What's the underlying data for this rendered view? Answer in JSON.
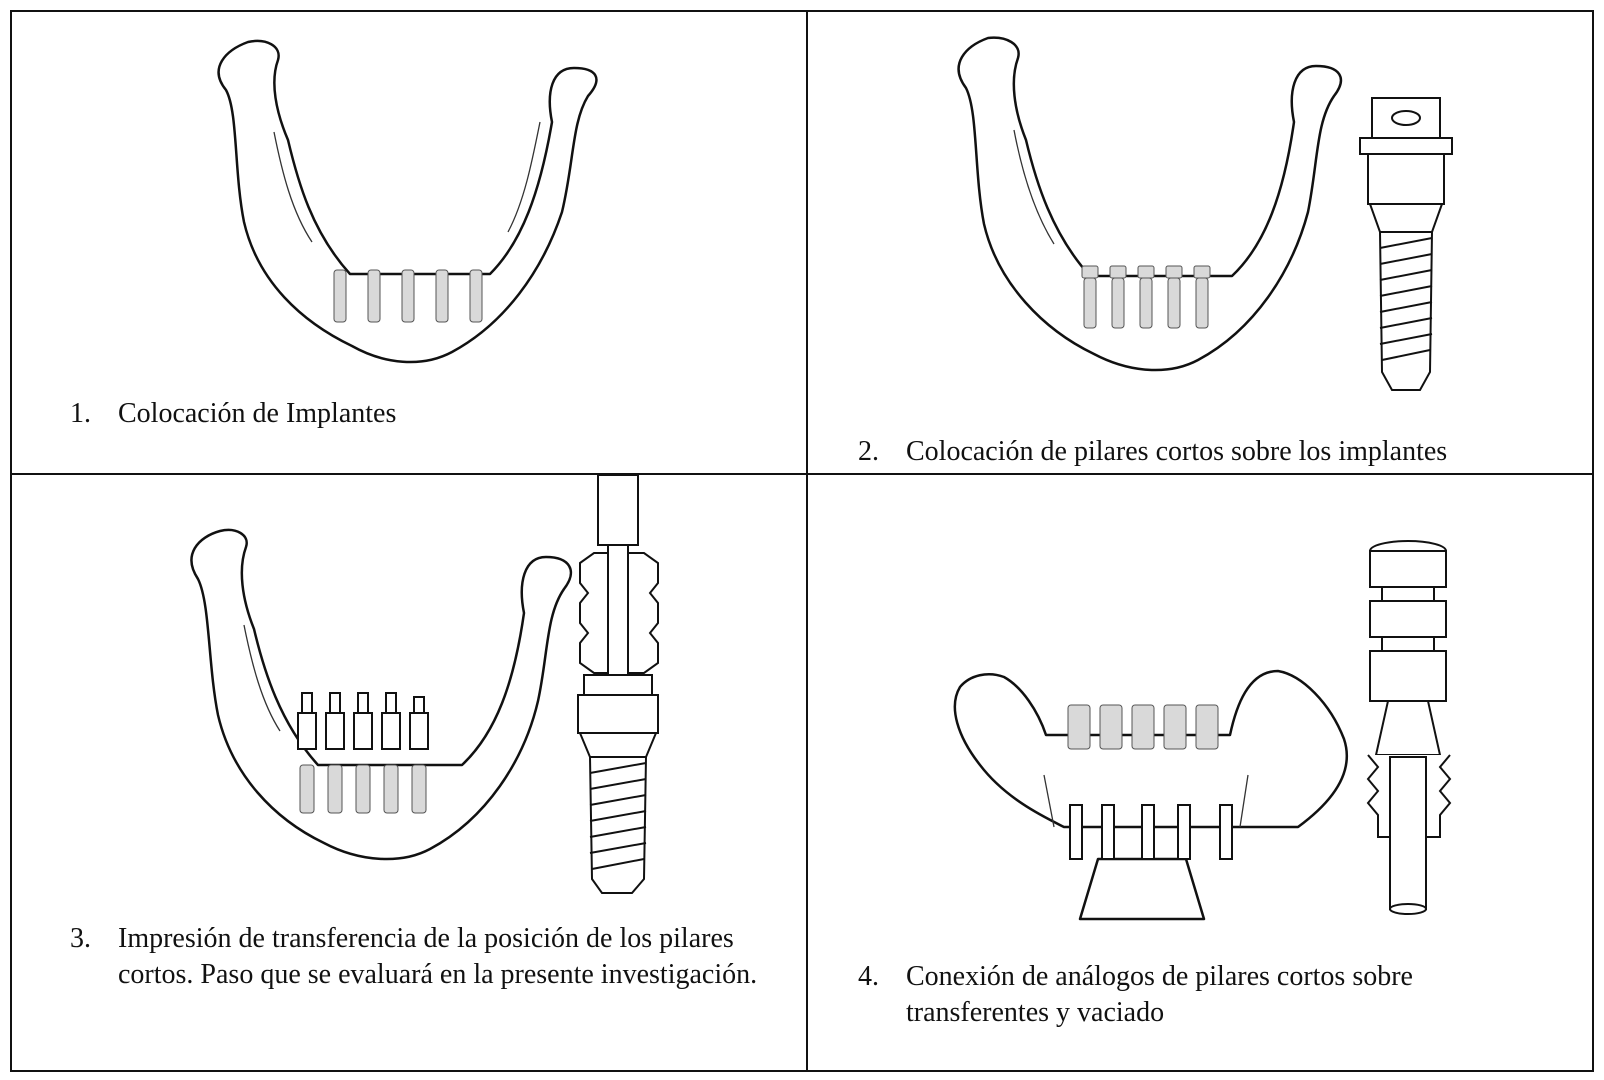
{
  "steps": [
    {
      "number": "1.",
      "text": "Colocación de Implantes"
    },
    {
      "number": "2.",
      "text": "Colocación de pilares cortos sobre los implantes"
    },
    {
      "number": "3.",
      "text": "Impresión de transferencia de la posición de los pilares cortos. Paso que se evaluará en la presente investigación."
    },
    {
      "number": "4.",
      "text": "Conexión de análogos de pilares cortos sobre transferentes y vaciado"
    }
  ]
}
